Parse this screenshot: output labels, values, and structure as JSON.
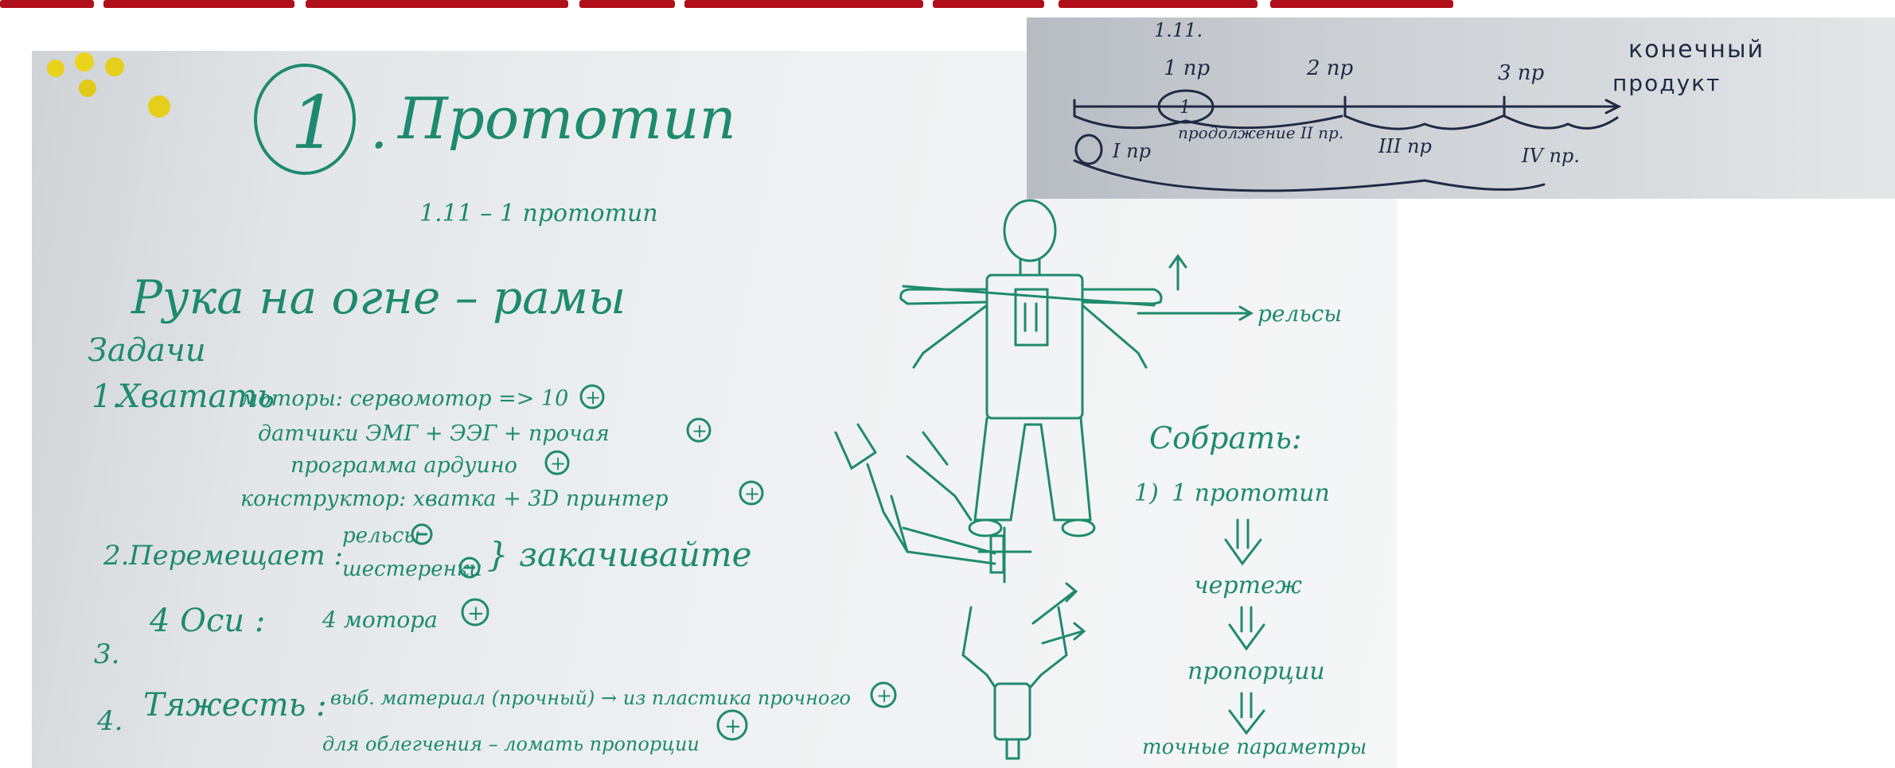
{
  "colors": {
    "marker_green": "#1e8a6e",
    "marker_blue": "#1f2a44",
    "header_red": "#b0101a",
    "board_white": "#eceff0"
  },
  "board": {
    "number": "1",
    "title": "Прототип",
    "subtitle": "1.11 – 1 прототип",
    "heading": "Рука на огне – рамы",
    "tasks_label": "Задачи",
    "task_1": {
      "num": "1.",
      "title": "Хватать",
      "line_1": "моторы: сервомотор => 10",
      "line_2": "датчики ЭМГ + ЭЭГ + прочая",
      "line_3": "программа ардуино",
      "line_4": "конструктор: хватка + 3D принтер"
    },
    "task_2": {
      "num": "2.",
      "title": "Перемещает :",
      "option_1": "рельсы",
      "option_2": "шестеренки",
      "action": "} закачивайте"
    },
    "task_3": {
      "num": "3.",
      "title": "4 Оси :",
      "value": "4 мотора"
    },
    "task_4": {
      "num": "4.",
      "title": "Тяжесть :",
      "line_1": "выб. материал (прочный) → из пластика прочного",
      "line_2": "для облегчения – ломать пропорции"
    },
    "figure_label": "рельсы",
    "collect": {
      "title": "Собрать:",
      "step_num": "1)",
      "step_1": "1 прототип",
      "step_2": "чертеж",
      "step_3": "пропорции",
      "step_4": "точные параметры"
    }
  },
  "inset": {
    "date": "1.11.",
    "stage_1": "1 пр",
    "stage_2": "2 пр",
    "stage_3": "3 пр",
    "final_1": "конечный",
    "final_2": "продукт",
    "label_1": "I пр",
    "label_2": "продолжение II пр.",
    "label_3": "III пр",
    "label_4": "IV пр."
  }
}
